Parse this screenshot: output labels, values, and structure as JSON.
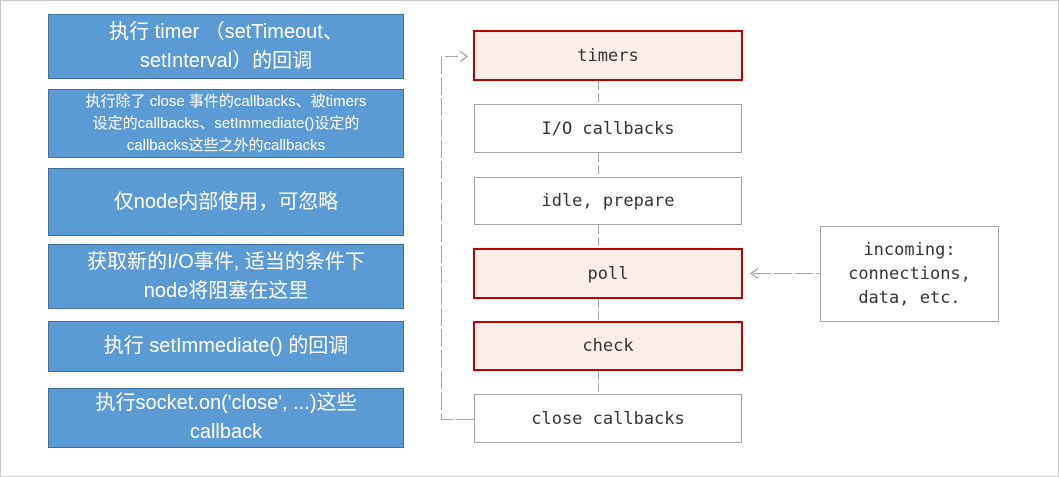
{
  "left_notes": [
    {
      "lines": [
        "执行 timer （setTimeout、",
        "setInterval）的回调"
      ]
    },
    {
      "lines": [
        "执行除了 close 事件的callbacks、被timers",
        "设定的callbacks、setImmediate()设定的",
        "callbacks这些之外的callbacks"
      ]
    },
    {
      "lines": [
        "仅node内部使用，可忽略"
      ]
    },
    {
      "lines": [
        "获取新的I/O事件, 适当的条件下",
        "node将阻塞在这里"
      ]
    },
    {
      "lines": [
        "执行 setImmediate() 的回调"
      ]
    },
    {
      "lines": [
        "执行socket.on('close', ...)这些",
        "callback"
      ]
    }
  ],
  "phases": [
    {
      "label": "timers",
      "highlighted": true
    },
    {
      "label": "I/O callbacks",
      "highlighted": false
    },
    {
      "label": "idle, prepare",
      "highlighted": false
    },
    {
      "label": "poll",
      "highlighted": true
    },
    {
      "label": "check",
      "highlighted": true
    },
    {
      "label": "close callbacks",
      "highlighted": false
    }
  ],
  "incoming": {
    "lines": [
      "incoming:",
      "connections,",
      "data, etc."
    ]
  },
  "colors": {
    "note_fill": "#5b9bd5",
    "note_border": "#41719c",
    "note_text": "#ffffff",
    "highlight_fill": "#fbeee8",
    "highlight_border": "#c00000",
    "line": "#a6a6a6"
  }
}
